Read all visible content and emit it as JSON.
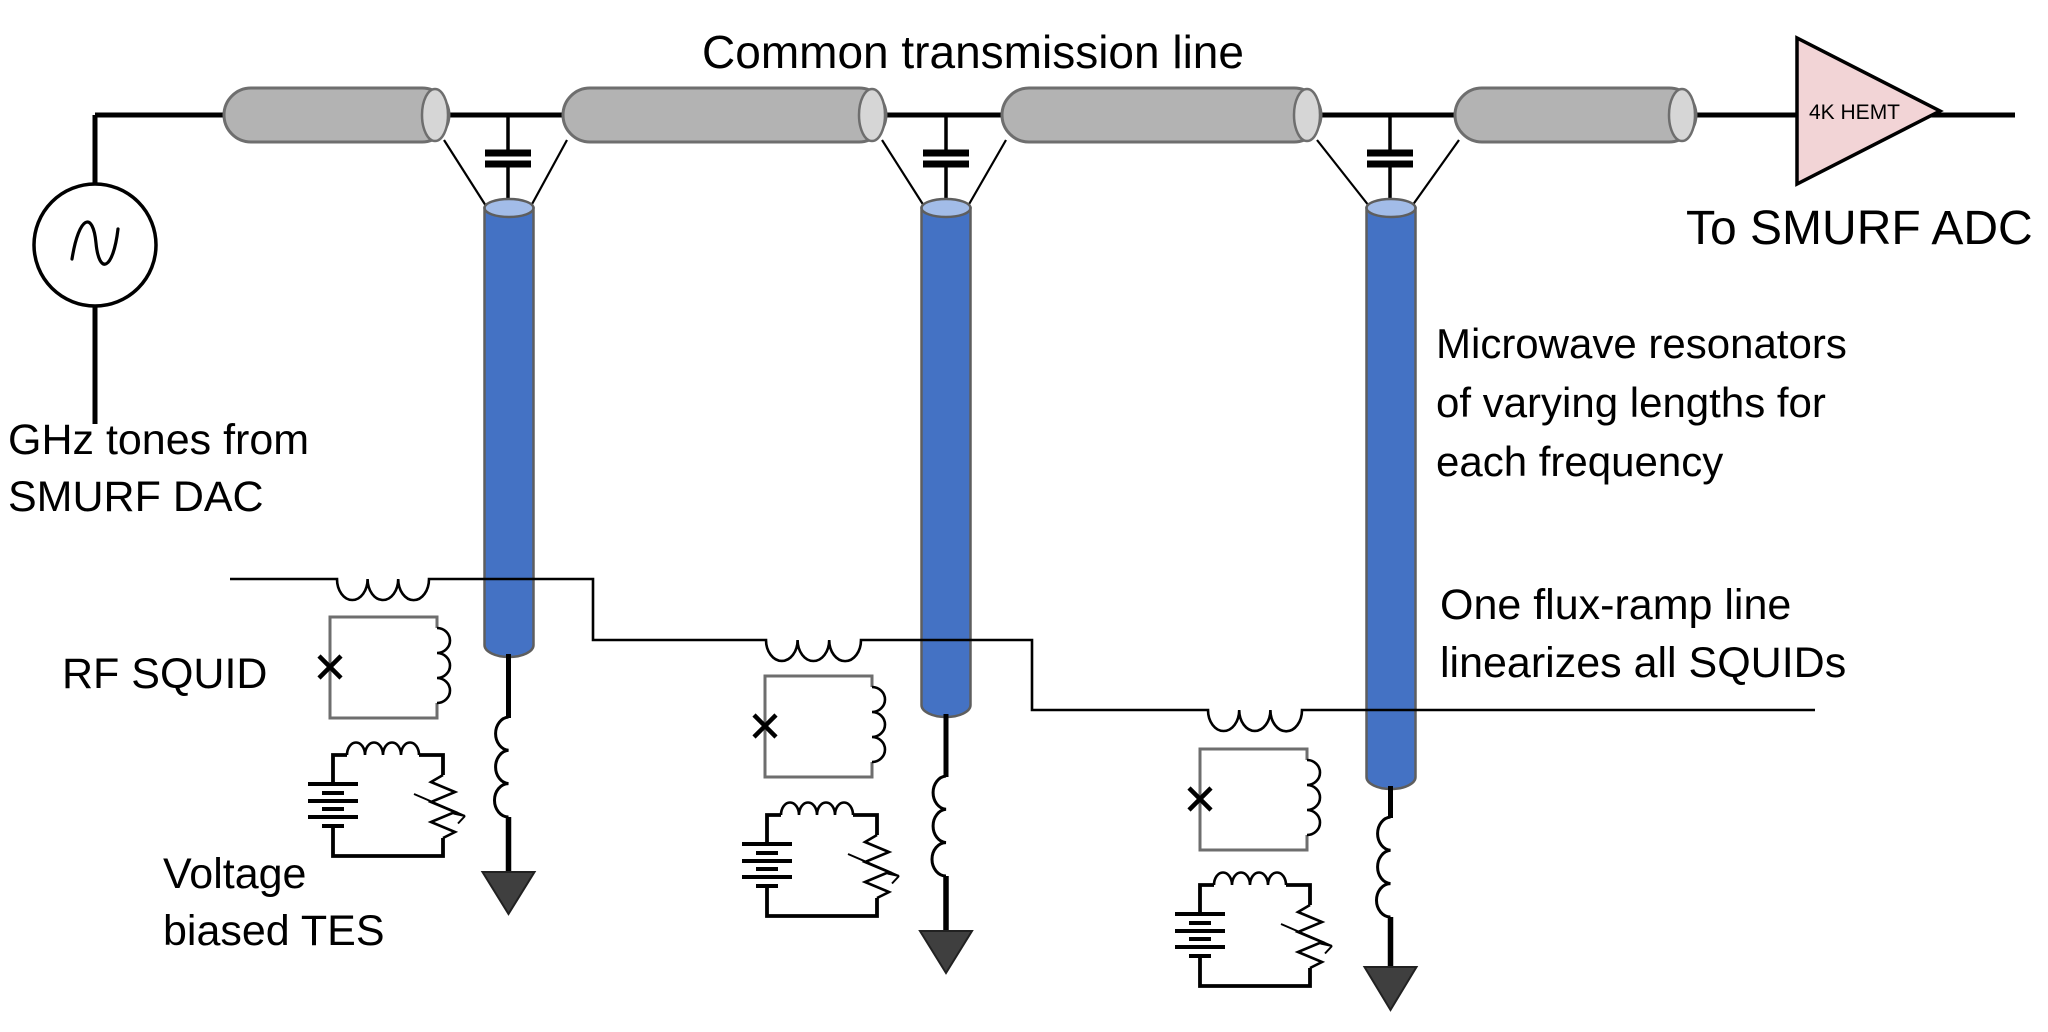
{
  "figure": {
    "kind": "circuit-diagram",
    "counts": {
      "coax_segments": 4,
      "coupling_capacitors": 3,
      "resonators": 3,
      "rf_squids": 3,
      "tes_circuits": 3,
      "flux_ramp_inductors": 3,
      "ground_arrows": 3
    }
  },
  "labels": {
    "common_transmission_line": "Common transmission line",
    "hemt": "4K HEMT",
    "to_adc": "To SMURF ADC",
    "ghz_tones": "GHz tones from\nSMURF DAC",
    "microwave_resonators": "Microwave resonators\nof varying lengths for\neach frequency",
    "rf_squid": "RF SQUID",
    "flux_ramp": "One flux-ramp line\nlinearizes all SQUIDs",
    "voltage_biased_tes": "Voltage\nbiased TES"
  },
  "icons": {
    "source": "ac-source-icon",
    "coax": "coax-segment-icon",
    "capacitor": "coupling-capacitor-icon",
    "resonator": "microwave-resonator-icon",
    "amplifier": "hemt-amplifier-icon",
    "squid": "rf-squid-loop-icon",
    "junction": "josephson-junction-x-icon",
    "inductor": "inductor-coil-icon",
    "battery": "bias-battery-icon",
    "variable_resistor": "tes-variable-resistor-icon",
    "ground": "ground-arrow-icon"
  },
  "colors": {
    "resonator_blue": "#4472c4",
    "resonator_cap_blue": "#a2bce8",
    "coax_gray": "#b3b3b3",
    "coax_cap_gray": "#d6d6d6",
    "hemt_pink": "#f2d4d6",
    "arrow_dark_gray": "#3f3f3f",
    "squid_border_gray": "#6e6e6e",
    "line_black": "#000000"
  }
}
